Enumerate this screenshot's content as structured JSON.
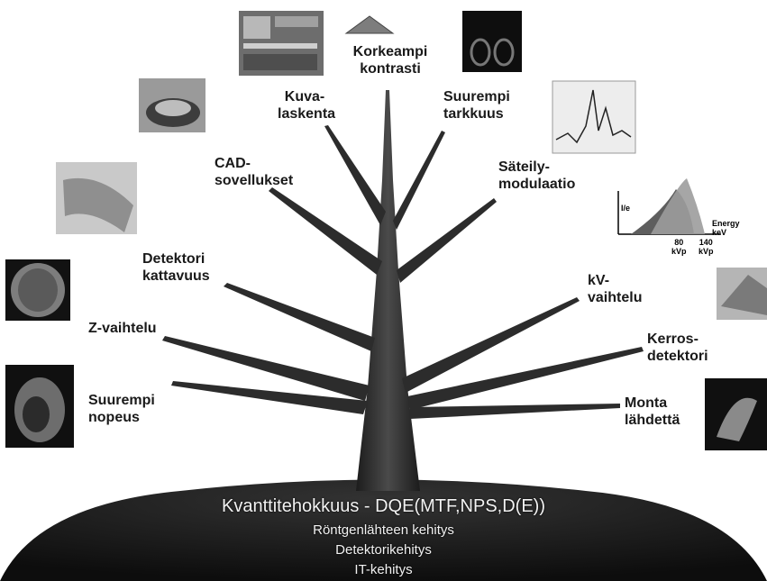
{
  "branches": {
    "korkeampi_kontrasti": "Korkeampi\nkontrasti",
    "kuvalaskenta": "Kuva-\nlaskenta",
    "suurempi_tarkkuus": "Suurempi\ntarkkuus",
    "cad": "CAD-\nsovellukset",
    "sateilymodulaatio": "Säteily-\nmodulaatio",
    "detektori_kattavuus": "Detektori\nkattavuus",
    "kv_vaihtelu": "kV-\nvaihtelu",
    "z_vaihtelu": "Z-vaihtelu",
    "kerrosdetektori": "Kerros-\ndetektori",
    "suurempi_nopeus": "Suurempi\nnopeus",
    "monta_lahdetta": "Monta\nlähdettä"
  },
  "ground": {
    "title": "Kvanttitehokkuus - DQE(MTF,NPS,D(E))",
    "line1": "Röntgenlähteen kehitys",
    "line2": "Detektorikehitys",
    "line3": "IT-kehitys"
  },
  "spectrum_axes": {
    "y_label": "I/e",
    "x_label": "Energy\nkeV",
    "tick1": "80\nkVp",
    "tick2": "140\nkVp"
  },
  "colors": {
    "tree": "#2e2e2e",
    "ground": "#1e1e1e",
    "label": "#1a1a1a"
  },
  "icons": [
    "building-photo-icon",
    "triangle-phantom-icon",
    "ct-slice-dark-icon",
    "dish-render-icon",
    "waveform-plot-icon",
    "flat-panel-icon",
    "energy-spectrum-icon",
    "brain-ct-icon",
    "detector-array-icon",
    "heart-ct-icon",
    "vessel-render-icon"
  ]
}
